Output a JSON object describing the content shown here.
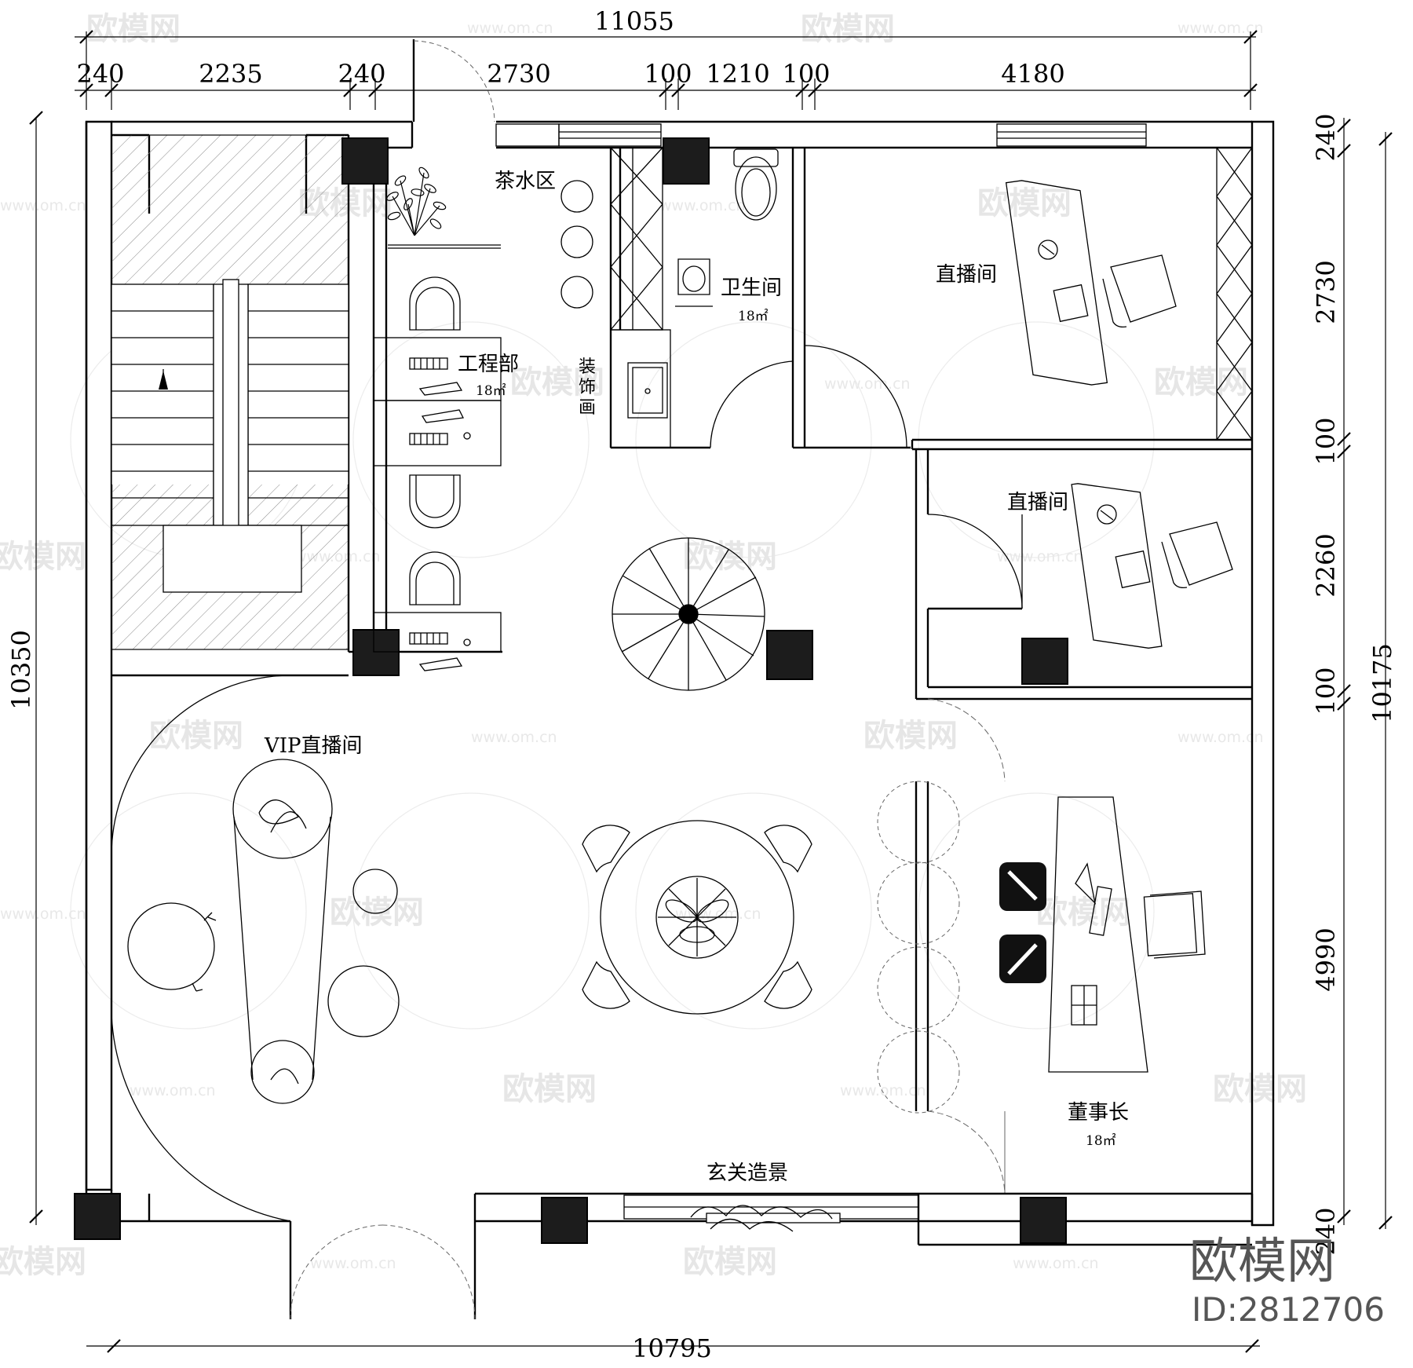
{
  "dimensions": {
    "top_overall": "11055",
    "top_segments": [
      "240",
      "2235",
      "240",
      "2730",
      "100",
      "1210",
      "100",
      "4180"
    ],
    "bottom_overall": "10795",
    "left_overall": "10350",
    "right_segments": [
      "240",
      "2730",
      "100",
      "2260",
      "100",
      "4990",
      "240"
    ],
    "right_overall": "10175"
  },
  "rooms": {
    "tea_area": "茶水区",
    "toilet": "卫生间",
    "toilet_area": "18㎡",
    "engineering": "工程部",
    "engineering_area": "18㎡",
    "decor_painting": "装饰画",
    "live_room_1": "直播间",
    "live_room_2": "直播间",
    "vip_live_room": "VIP直播间",
    "chairman": "董事长",
    "chairman_area": "18㎡",
    "entrance_feature": "玄关造景"
  },
  "watermark": {
    "logo_text": "欧模网",
    "url_text": "www.om.cn"
  },
  "brand": {
    "name": "欧模网",
    "id": "ID:2812706"
  }
}
